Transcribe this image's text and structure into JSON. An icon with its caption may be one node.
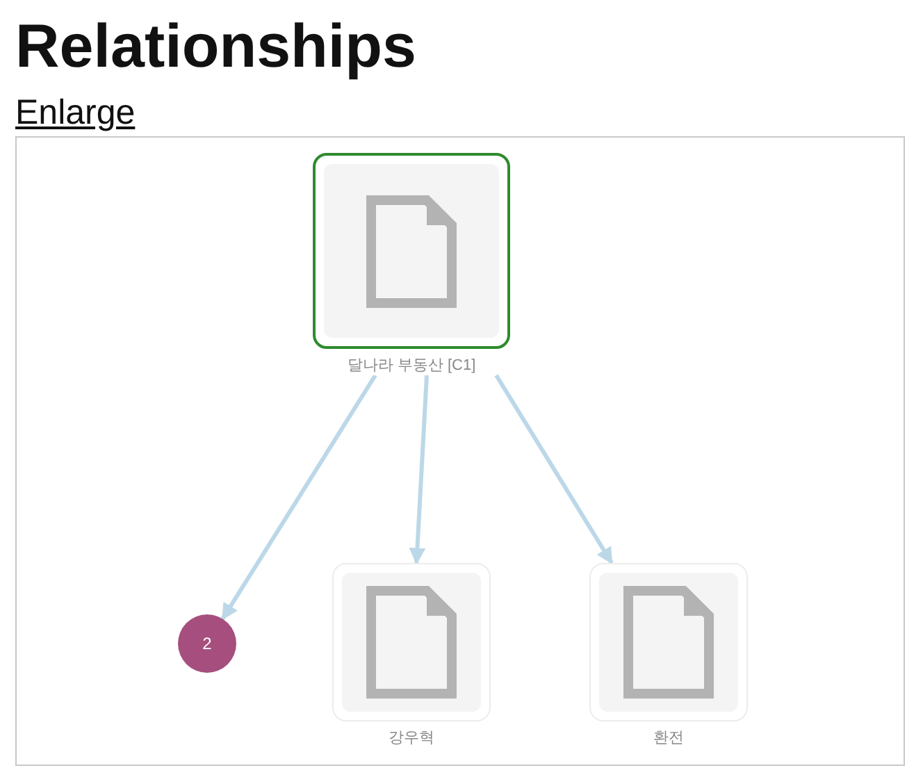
{
  "diagram": {
    "title": "Relationships",
    "nodes": [
      {
        "text": [
          "달나라 부동산 [C1]"
        ]
      },
      {
        "text": [
          "2"
        ]
      },
      {
        "text": [
          "강우혁"
        ]
      },
      {
        "text": [
          "환전"
        ]
      }
    ],
    "edges": [
      {
        "from": 0,
        "to": 1,
        "arrow": "to"
      },
      {
        "from": 0,
        "to": 2,
        "arrow": "to"
      },
      {
        "from": 0,
        "to": 3,
        "arrow": "to"
      }
    ],
    "labels": [
      "Enlarge"
    ]
  }
}
